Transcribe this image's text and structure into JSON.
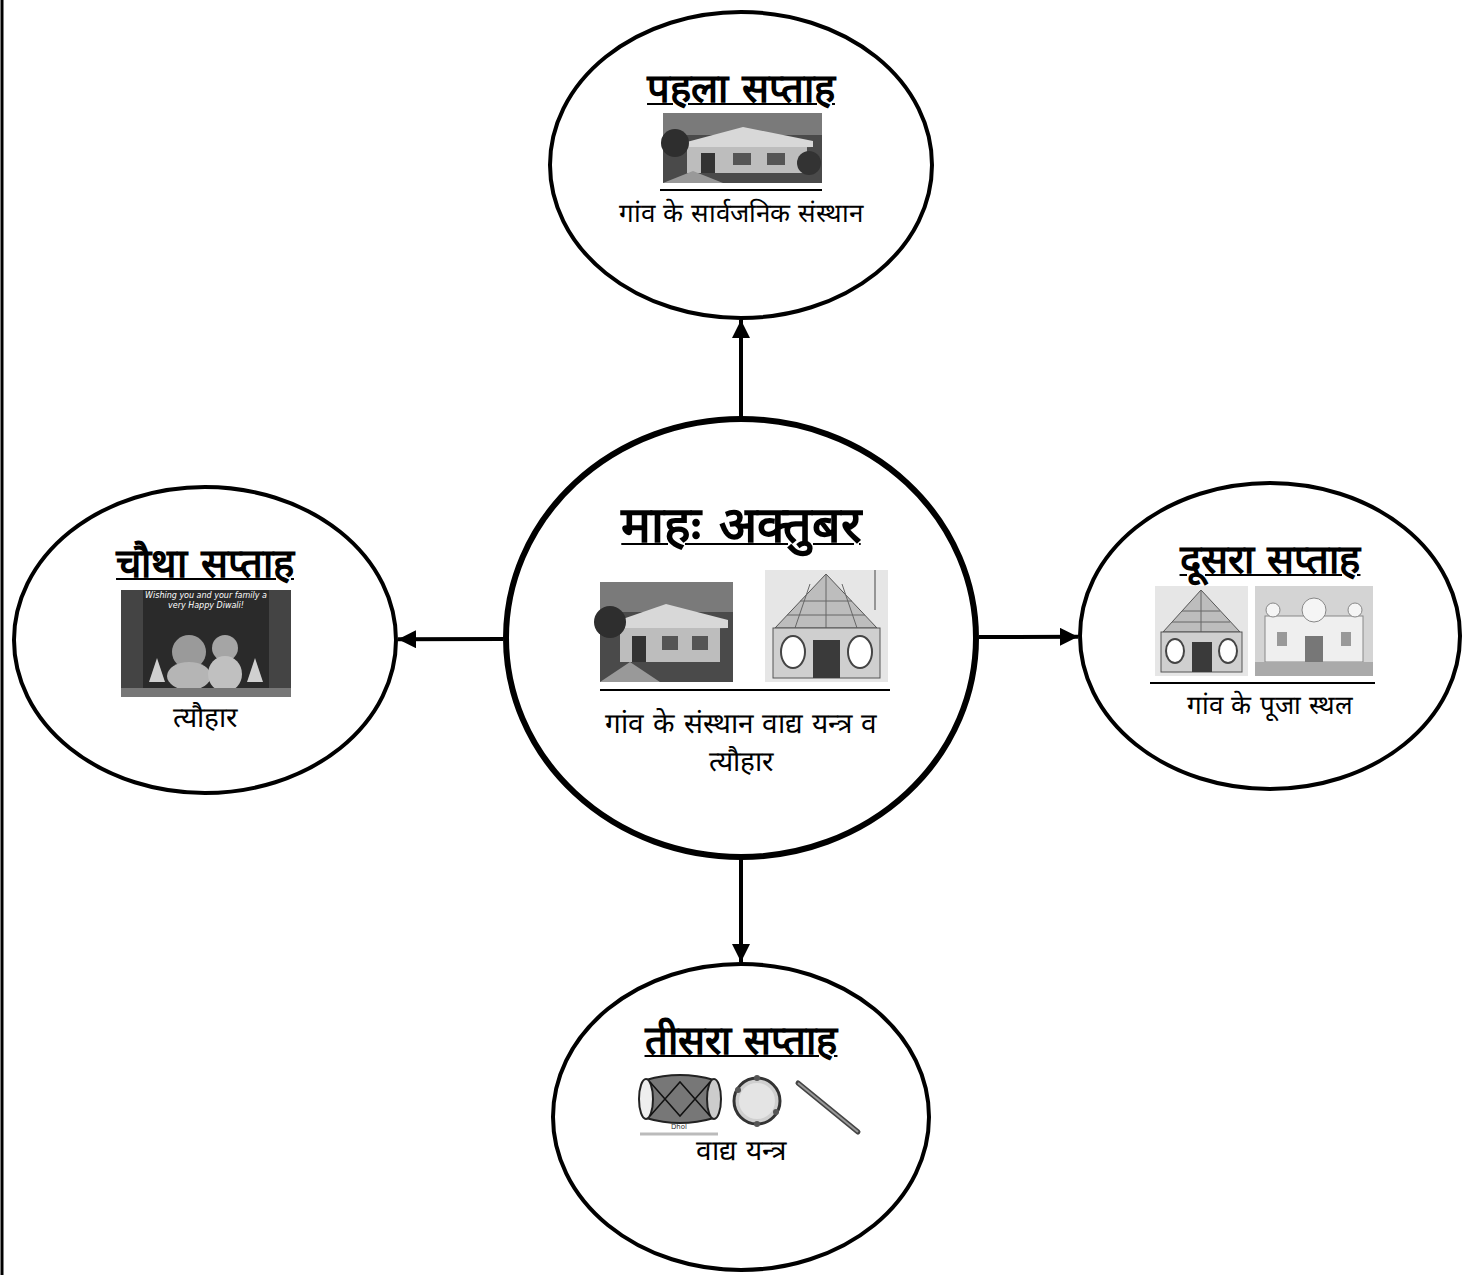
{
  "diagram": {
    "nodes": [
      {
        "text": [
          "माहः अक्तुबर",
          "गांव के संस्थान वाद्य यन्त्र व त्यौहार"
        ]
      },
      {
        "text": [
          "पहला सप्ताह",
          "गांव के सार्वजनिक संस्थान"
        ]
      },
      {
        "text": [
          "दूसरा सप्ताह",
          "गांव के पूजा स्थल"
        ]
      },
      {
        "text": [
          "तीसरा सप्ताह",
          "वाद्य यन्त्र"
        ]
      },
      {
        "text": [
          "चौथा सप्ताह",
          "त्यौहार"
        ]
      }
    ],
    "edges": [
      {
        "from": 0,
        "to": 1,
        "arrow": "to"
      },
      {
        "from": 0,
        "to": 2,
        "arrow": "to"
      },
      {
        "from": 0,
        "to": 3,
        "arrow": "to"
      },
      {
        "from": 0,
        "to": 4,
        "arrow": "to"
      }
    ],
    "labels": [
      "Wishing you and your family a very Happy Diwali!",
      "Dhol"
    ]
  }
}
